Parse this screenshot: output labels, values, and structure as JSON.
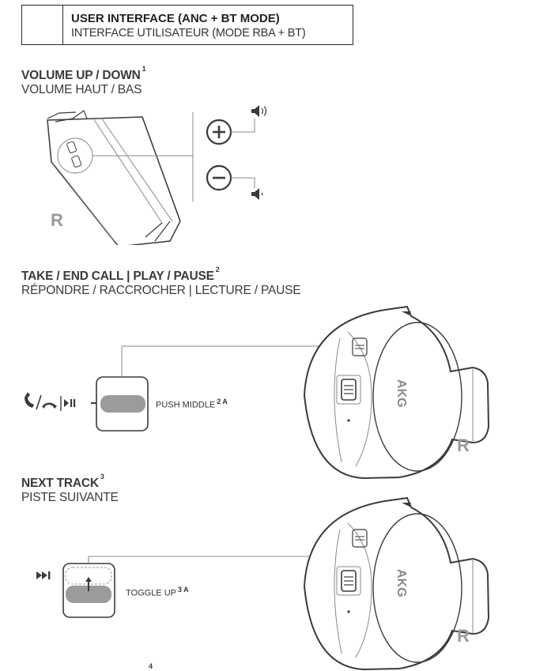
{
  "header": {
    "title": "USER INTERFACE (ANC + BT MODE)",
    "subtitle": "INTERFACE UTILISATEUR (MODE RBA + BT)"
  },
  "volume": {
    "title": "VOLUME UP / DOWN",
    "footnote": "1",
    "subtitle": "VOLUME HAUT / BAS",
    "side_label": "R"
  },
  "call": {
    "title": "TAKE / END CALL | PLAY / PAUSE",
    "footnote": "2",
    "subtitle": "RÉPONDRE / RACCROCHER | LECTURE / PAUSE",
    "action_label": "PUSH MIDDLE",
    "action_footnote": "2 A",
    "brand": "AKG",
    "side_label": "R"
  },
  "next": {
    "title": "NEXT TRACK",
    "footnote": "3",
    "subtitle": "PISTE SUIVANTE",
    "action_label": "TOGGLE UP",
    "action_footnote": "3 A",
    "brand": "AKG",
    "side_label": "R"
  },
  "next_section_footnote": "4",
  "icons": {
    "volume_up": "volume-up-icon",
    "volume_down": "volume-down-icon",
    "plus": "plus-circle-icon",
    "minus": "minus-circle-icon",
    "call": "phone-answer-end-icon",
    "play_pause": "play-pause-icon",
    "next_track": "next-track-icon"
  },
  "colors": {
    "line": "#3a3a3a",
    "thin_line": "#8a8a8a",
    "button_fill": "#9b9b9b",
    "label_gray": "#9a9a9a"
  }
}
